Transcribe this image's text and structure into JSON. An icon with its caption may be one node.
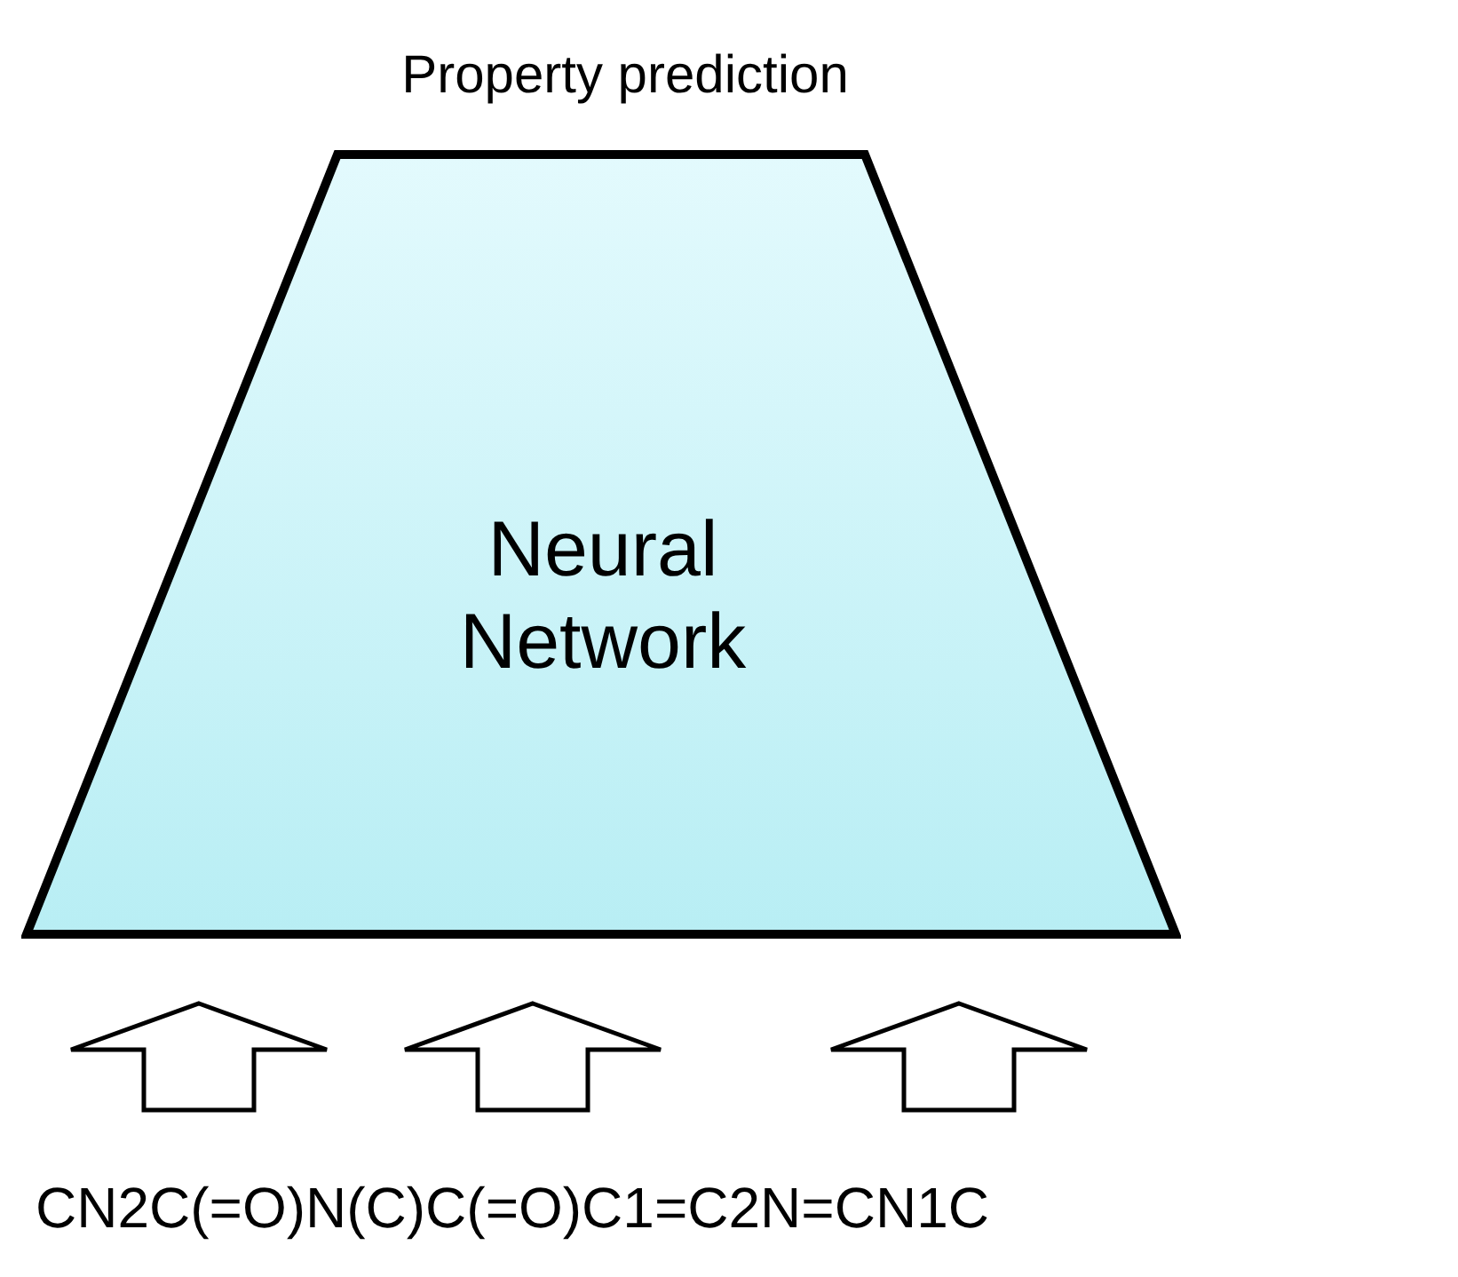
{
  "diagram": {
    "nodes": [
      {
        "text": [
          "Neural Network"
        ],
        "beside": [
          "Property prediction"
        ]
      },
      {
        "text": [
          "CN2C(=O)N(C)C(=O)C1=C2N=CN1C"
        ]
      }
    ],
    "edges": [
      {
        "from": 1,
        "to": 0,
        "arrow": "to"
      },
      {
        "from": 1,
        "to": 0,
        "arrow": "to"
      },
      {
        "from": 1,
        "to": 0,
        "arrow": "to"
      }
    ]
  }
}
